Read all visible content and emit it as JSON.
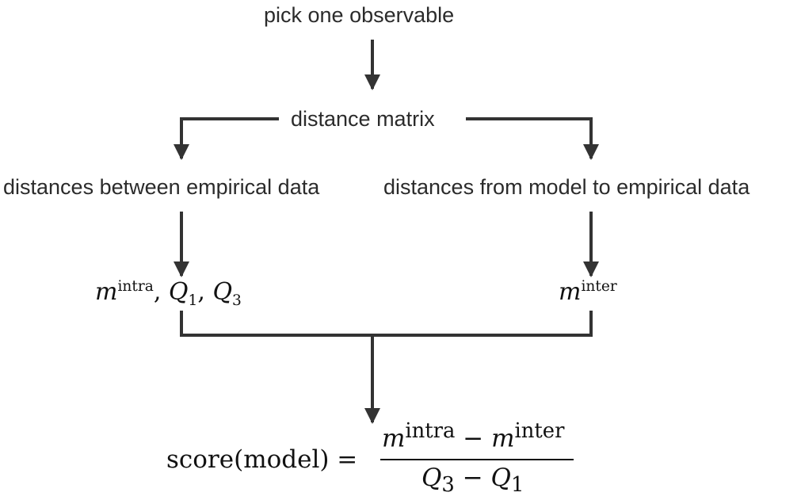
{
  "nodes": {
    "observable": "pick one observable",
    "distance_matrix": "distance matrix",
    "empirical_distances": "distances between empirical data",
    "model_distances": "distances from model to empirical data"
  },
  "stats": {
    "intra_var": "m",
    "intra_sup": "intra",
    "sep1": ", ",
    "q1_var": "Q",
    "q1_sub": "1",
    "sep2": ", ",
    "q3_var": "Q",
    "q3_sub": "3",
    "inter_var": "m",
    "inter_sup": "inter"
  },
  "formula": {
    "lhs": "score(model) =",
    "num_m1": "m",
    "num_sup1": "intra",
    "num_minus": " − ",
    "num_m2": "m",
    "num_sup2": "inter",
    "den_q3": "Q",
    "den_sub3": "3",
    "den_minus": " − ",
    "den_q1": "Q",
    "den_sub1": "1"
  },
  "colors": {
    "line": "#333333",
    "text": "#2b2b2b"
  }
}
